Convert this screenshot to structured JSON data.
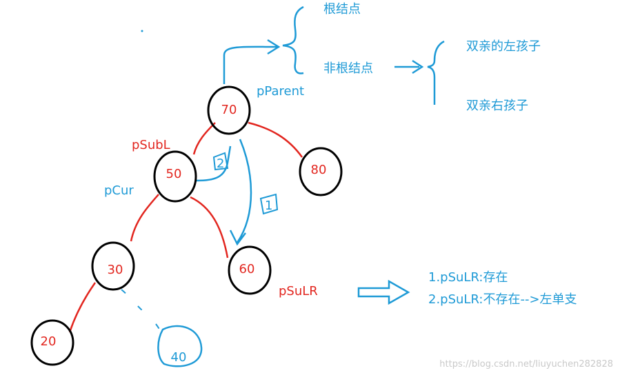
{
  "colors": {
    "red": "#e2261f",
    "blue": "#1e9ad6",
    "black": "#000000",
    "watermark": "#c9c9c9"
  },
  "nodes": {
    "n70": "70",
    "n50": "50",
    "n80": "80",
    "n30": "30",
    "n60": "60",
    "n20": "20",
    "n40": "40"
  },
  "labels": {
    "pParent": "pParent",
    "pSubL": "pSubL",
    "pCur": "pCur",
    "pSuLR": "pSuLR",
    "step2": "2",
    "step1": "1"
  },
  "tree_notes": {
    "root": "根结点",
    "non_root": "非根结点",
    "left_child": "双亲的左孩子",
    "right_child": "双亲右孩子"
  },
  "cases": {
    "case1": "1.pSuLR:存在",
    "case2": "2.pSuLR:不存在-->左单支"
  },
  "watermark": "https://blog.csdn.net/liuyuchen282828"
}
